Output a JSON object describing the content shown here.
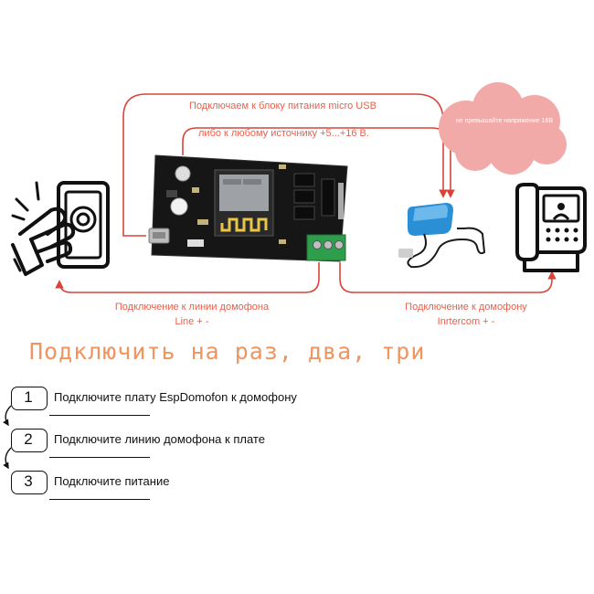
{
  "labels": {
    "usb_power": "Подключаем к блоку питания micro USB",
    "alt_power": "либо к любому источнику +5...+16 В.",
    "cloud_note": "не превышайте напряжение 16В",
    "line_connection": "Подключение к линии домофона",
    "line_pins": "Line + -",
    "intercom_connection": "Подключение к  домофону",
    "intercom_pins": "Inrtercom + -"
  },
  "title": "Подключить на раз, два, три",
  "steps": [
    {
      "number": "1",
      "text": "Подключите плату EspDomofon к домофону"
    },
    {
      "number": "2",
      "text": "Подключите линию домофона к плате"
    },
    {
      "number": "3",
      "text": "Подключите питание"
    }
  ],
  "colors": {
    "accent": "#d9443a",
    "label": "#e8604c",
    "cloud": "#f2aaa8",
    "title": "#f0955f",
    "terminal": "#2e9e4c",
    "adapter": "#2b8fd6"
  },
  "icons": [
    "doorbell-press-icon",
    "esp-board-image",
    "power-adapter-icon",
    "intercom-monitor-icon"
  ]
}
